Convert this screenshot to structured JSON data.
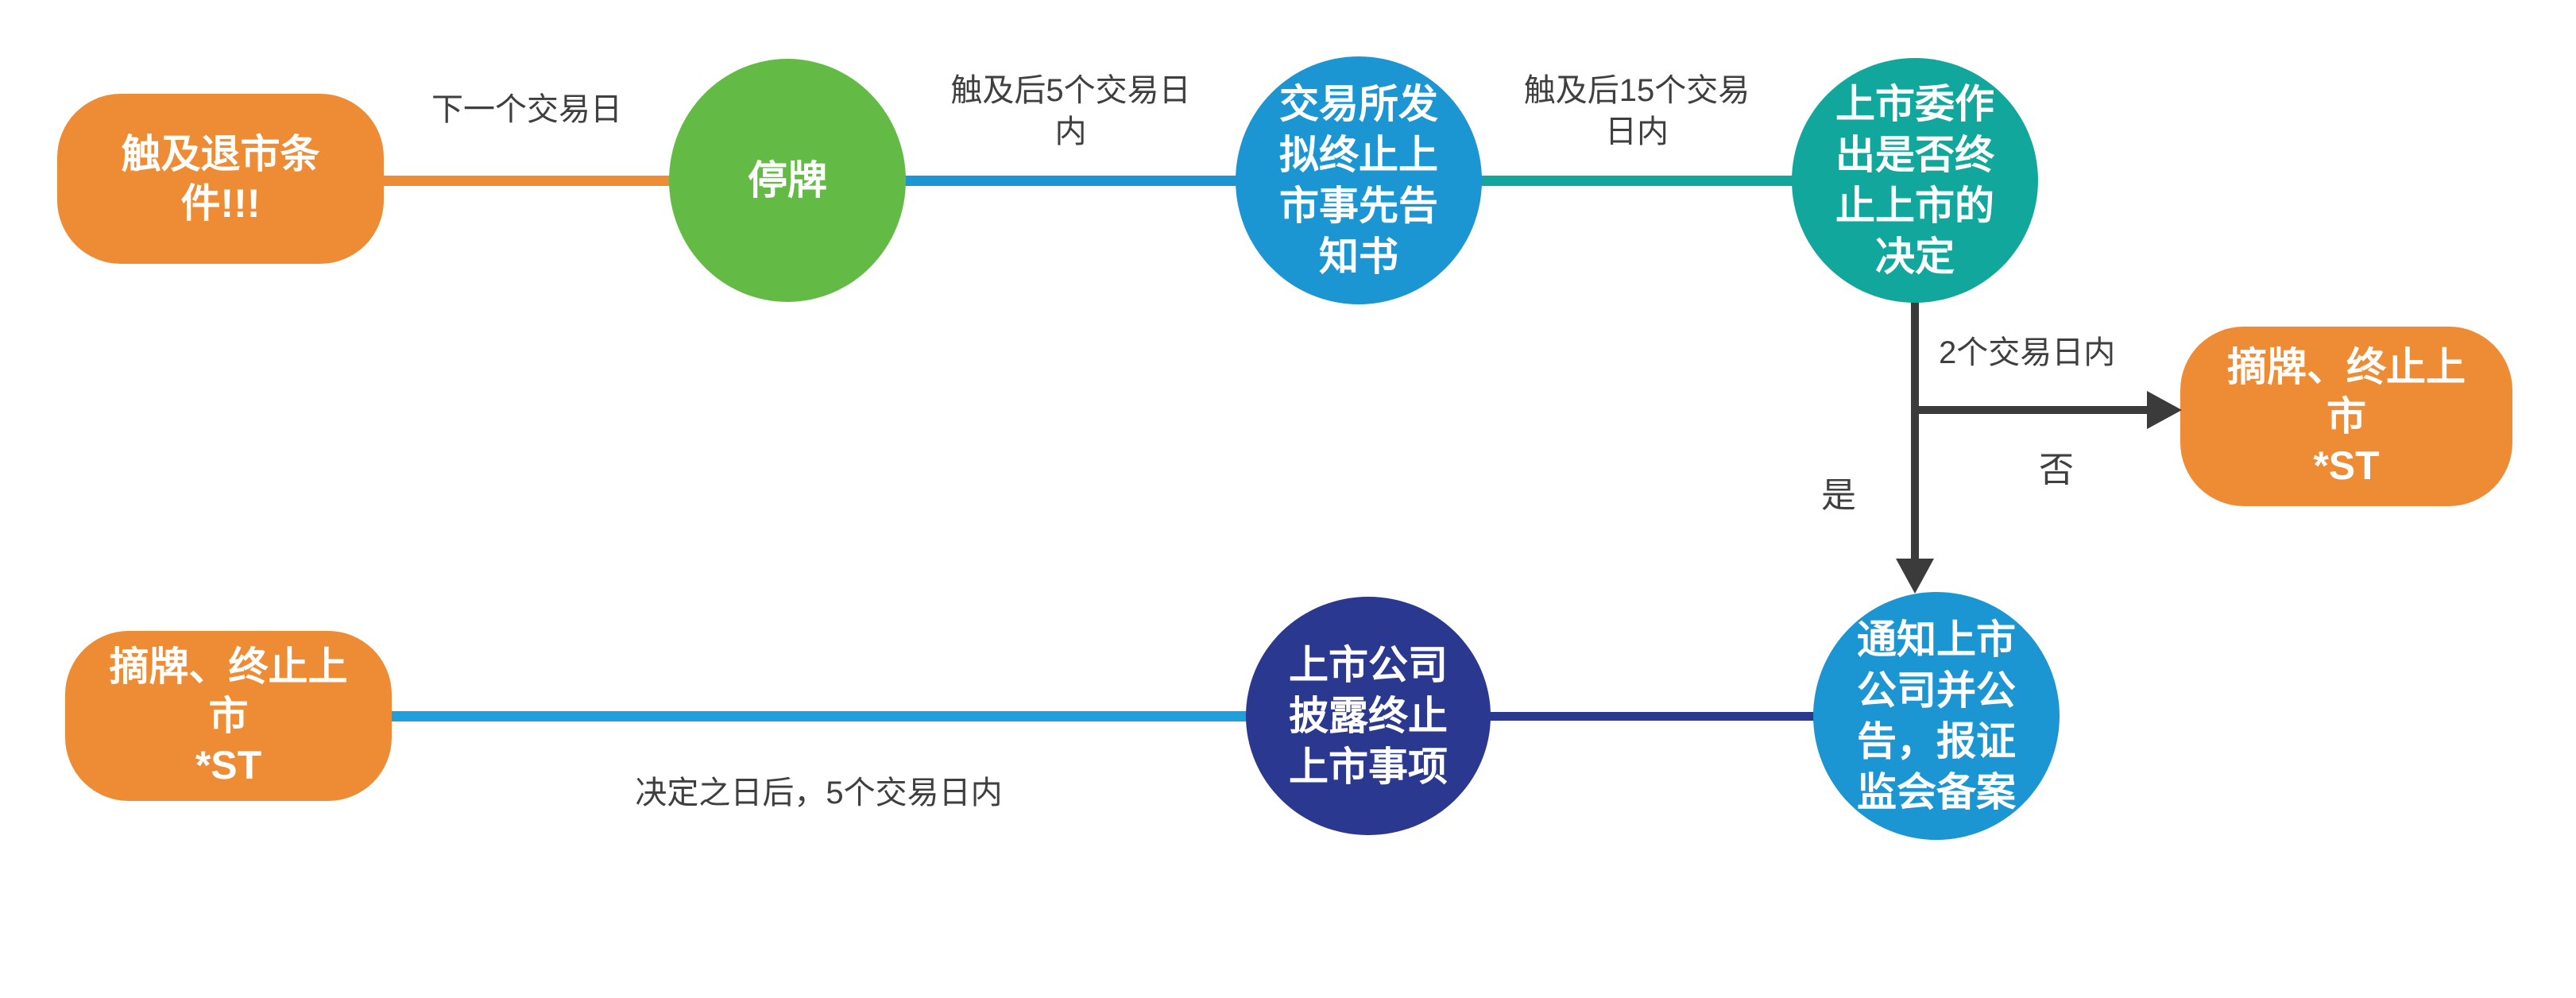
{
  "diagram": {
    "type": "flowchart",
    "language": "zh-CN",
    "background": "#FFFFFF"
  },
  "colors": {
    "orange_node": "#EE8B35",
    "green_node": "#63BB46",
    "blue_node": "#1B96D3",
    "teal_node": "#12A79C",
    "navy_node": "#2B3890",
    "light_blue_connector": "#1F9FDB",
    "dark_arrow": "#3B3B3B",
    "edge_label_text": "#3F3F3F",
    "node_text": "#FFFFFF"
  },
  "nodes": {
    "trigger": {
      "lines": [
        "触及退市条",
        "件!!!"
      ],
      "shape": "rounded-rect",
      "color": "#EE8B35"
    },
    "halt": {
      "lines": [
        "停牌"
      ],
      "shape": "circle",
      "color": "#63BB46"
    },
    "notice": {
      "lines": [
        "交易所发",
        "拟终止上",
        "市事先告",
        "知书"
      ],
      "shape": "circle",
      "color": "#1B96D3"
    },
    "decision": {
      "lines": [
        "上市委作",
        "出是否终",
        "止上市的",
        "决定"
      ],
      "shape": "circle",
      "color": "#12A79C"
    },
    "delist_right": {
      "lines": [
        "摘牌、终止上",
        "市",
        "*ST"
      ],
      "shape": "rounded-rect",
      "color": "#EE8B35"
    },
    "report": {
      "lines": [
        "通知上市",
        "公司并公",
        "告，报证",
        "监会备案"
      ],
      "shape": "circle",
      "color": "#1B96D3"
    },
    "disclose": {
      "lines": [
        "上市公司",
        "披露终止",
        "上市事项"
      ],
      "shape": "circle",
      "color": "#2B3890"
    },
    "delist_left": {
      "lines": [
        "摘牌、终止上",
        "市",
        "*ST"
      ],
      "shape": "rounded-rect",
      "color": "#EE8B35"
    }
  },
  "edge_labels": {
    "next_day": "下一个交易日",
    "within5": [
      "触及后5个交易日",
      "内"
    ],
    "within15": [
      "触及后15个交易",
      "日内"
    ],
    "within2": "2个交易日内",
    "yes": "是",
    "no": "否",
    "after_decision": "决定之日后，5个交易日内"
  }
}
